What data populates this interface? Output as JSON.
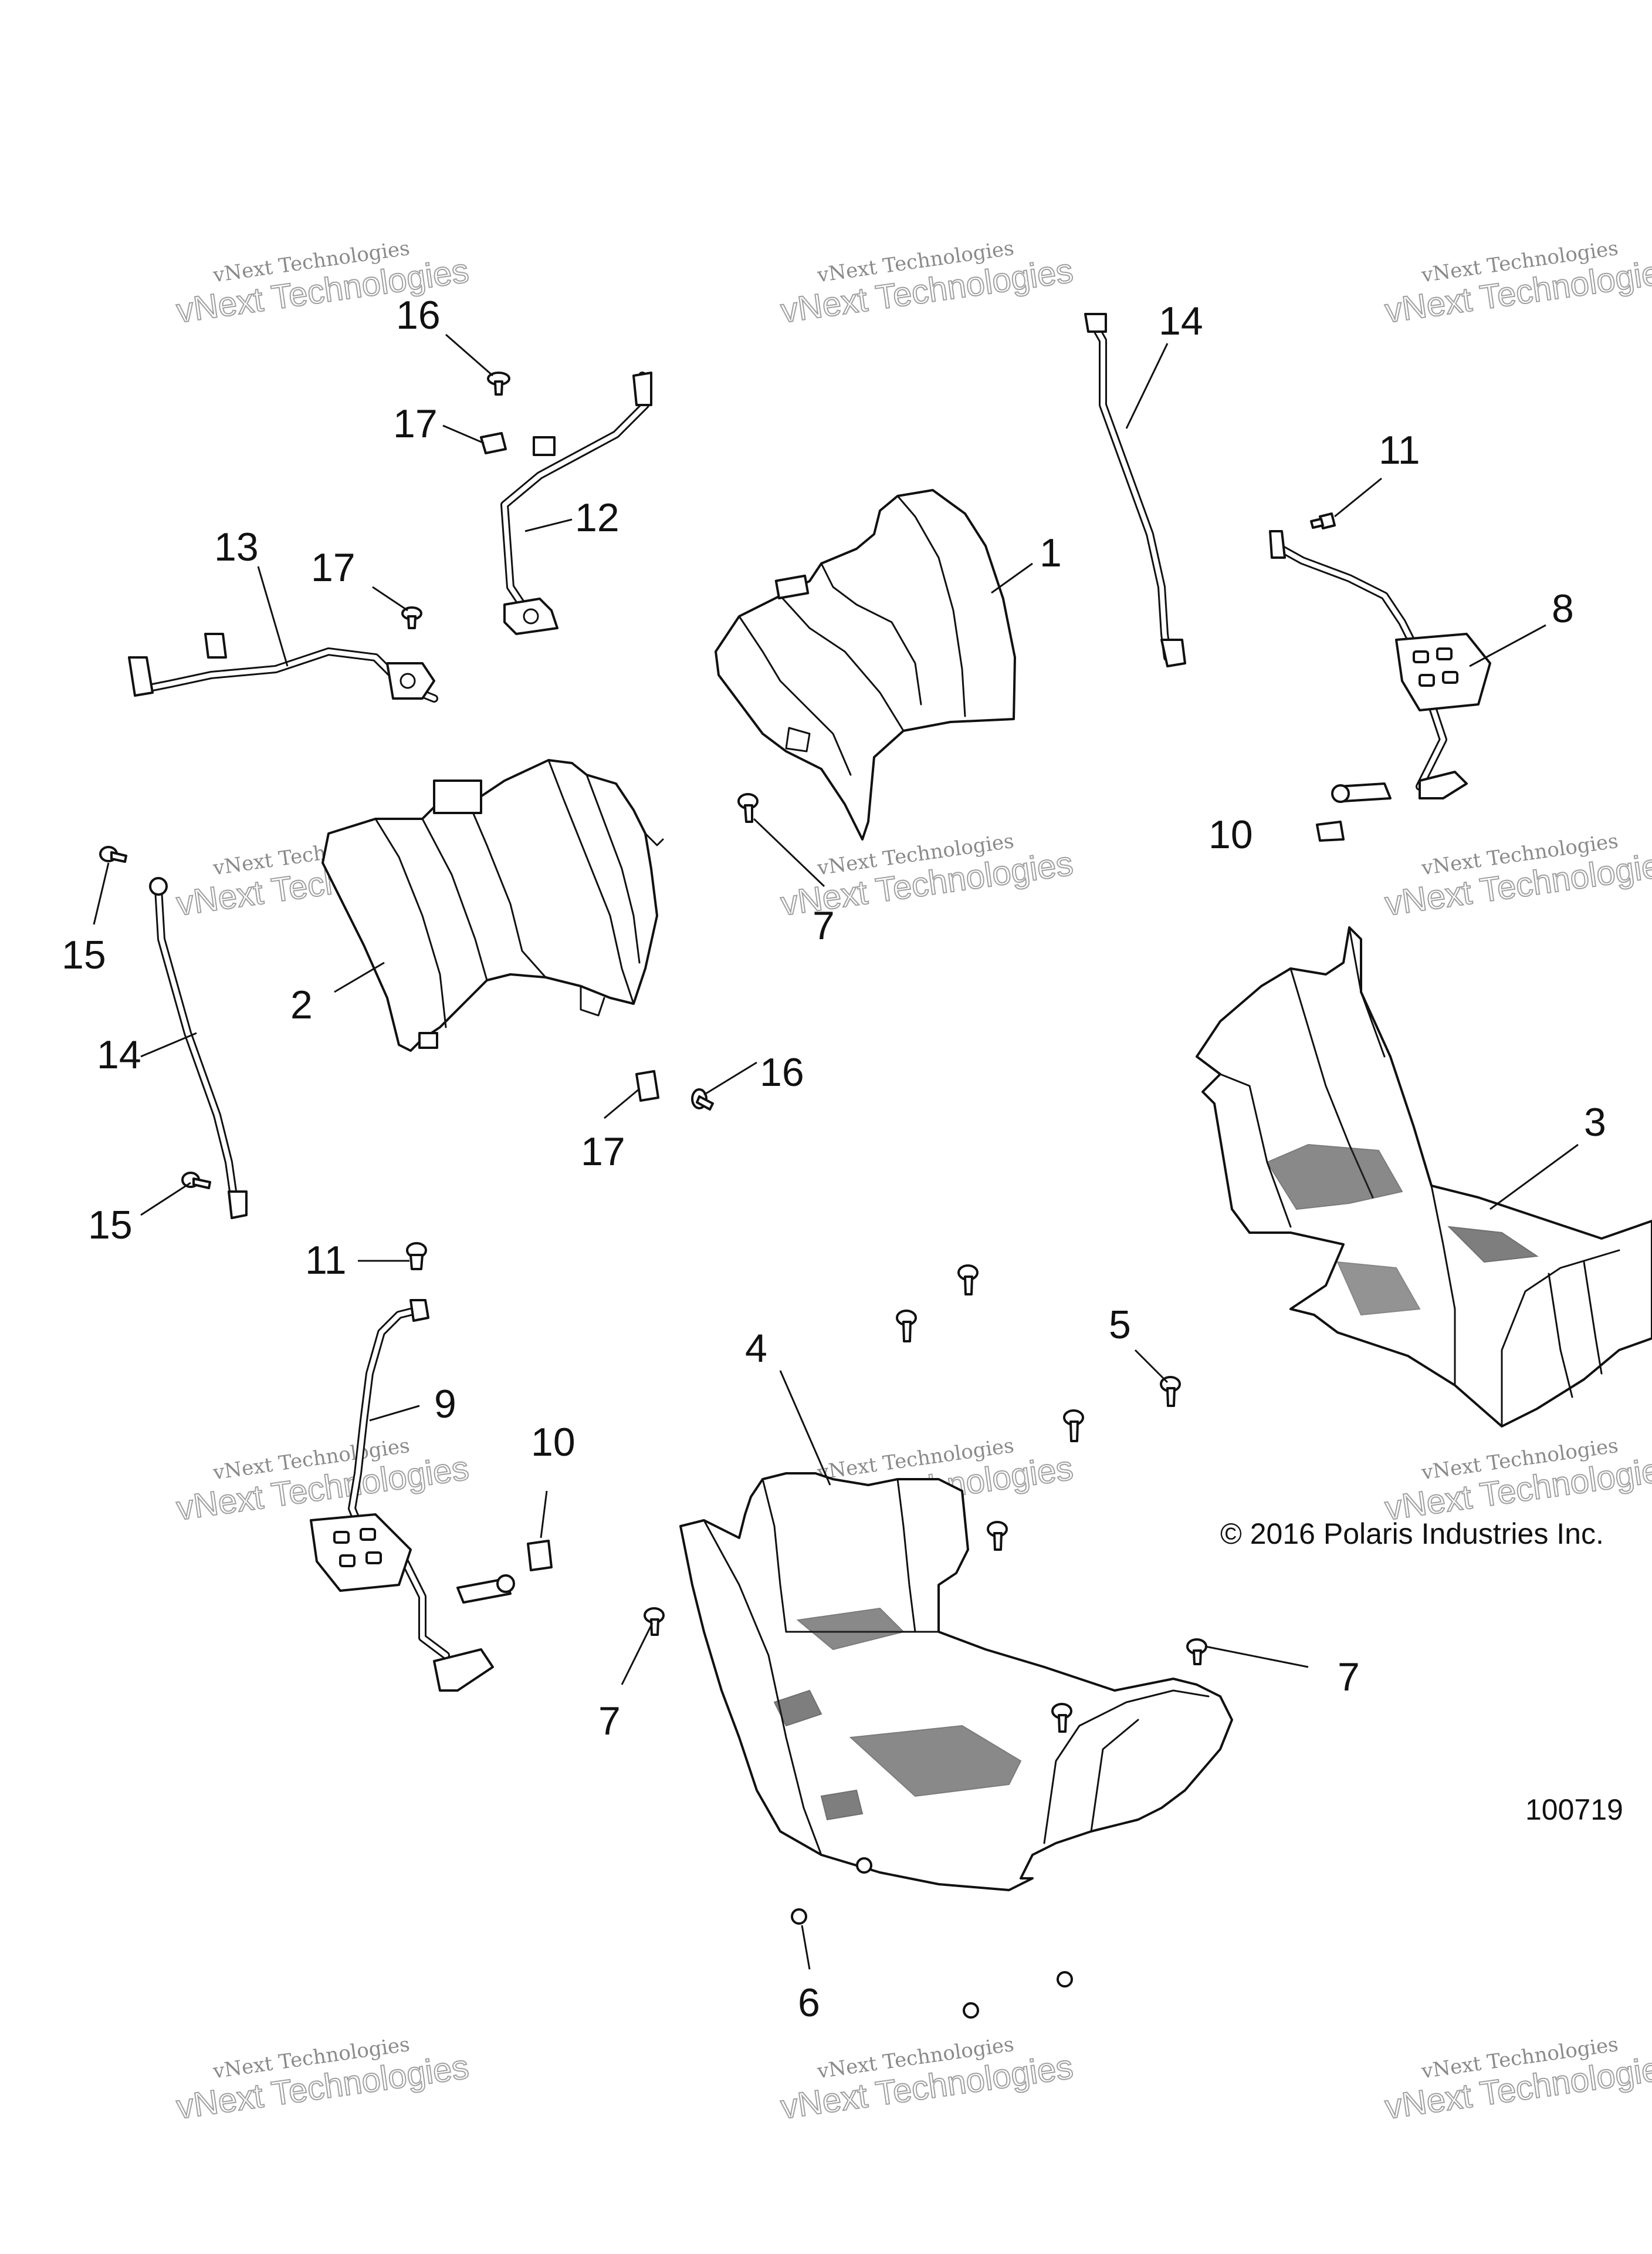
{
  "diagram": {
    "callouts": [
      {
        "id": "c16a",
        "label": "16"
      },
      {
        "id": "c17a",
        "label": "17"
      },
      {
        "id": "c12",
        "label": "12"
      },
      {
        "id": "c13",
        "label": "13"
      },
      {
        "id": "c17b",
        "label": "17"
      },
      {
        "id": "c14a",
        "label": "14"
      },
      {
        "id": "c1",
        "label": "1"
      },
      {
        "id": "c11a",
        "label": "11"
      },
      {
        "id": "c8",
        "label": "8"
      },
      {
        "id": "c10a",
        "label": "10"
      },
      {
        "id": "c7a",
        "label": "7"
      },
      {
        "id": "c2",
        "label": "2"
      },
      {
        "id": "c15a",
        "label": "15"
      },
      {
        "id": "c14b",
        "label": "14"
      },
      {
        "id": "c15b",
        "label": "15"
      },
      {
        "id": "c16b",
        "label": "16"
      },
      {
        "id": "c17c",
        "label": "17"
      },
      {
        "id": "c3",
        "label": "3"
      },
      {
        "id": "c11b",
        "label": "11"
      },
      {
        "id": "c9",
        "label": "9"
      },
      {
        "id": "c10b",
        "label": "10"
      },
      {
        "id": "c4",
        "label": "4"
      },
      {
        "id": "c5",
        "label": "5"
      },
      {
        "id": "c7b",
        "label": "7"
      },
      {
        "id": "c7c",
        "label": "7"
      },
      {
        "id": "c6",
        "label": "6"
      }
    ],
    "watermark": {
      "line1": "vNext Technologies",
      "line2": "vNext Technologies"
    },
    "copyright": "© 2016 Polaris Industries Inc.",
    "document_number": "100719"
  }
}
